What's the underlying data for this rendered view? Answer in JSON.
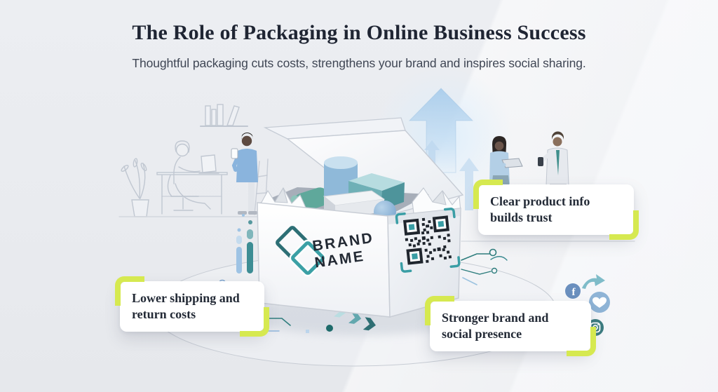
{
  "header": {
    "title": "The Role of Packaging in Online Business Success",
    "subtitle": "Thoughtful packaging cuts costs, strengthens your brand and inspires social sharing."
  },
  "box": {
    "brand_line1": "BRAND",
    "brand_line2": "NAME"
  },
  "callouts": [
    {
      "id": "product-info",
      "label": "Clear product info builds trust"
    },
    {
      "id": "shipping",
      "label": "Lower shipping and return costs"
    },
    {
      "id": "brand-social",
      "label": "Stronger brand and social presence"
    }
  ],
  "icons": {
    "social": [
      "facebook-icon",
      "share-icon",
      "heart-icon",
      "thumbs-up-icon",
      "instagram-icon"
    ],
    "scene": [
      "arrow-up-icon",
      "qr-code",
      "brand-logo",
      "bar-chart",
      "chevron-right-icons"
    ],
    "facebook_glyph": "f"
  },
  "colors": {
    "accent_lime": "#d6e950",
    "teal_dark": "#2e6e73",
    "teal": "#3a9ea5",
    "light_blue": "#a9cdec",
    "title_color": "#1f2533"
  }
}
